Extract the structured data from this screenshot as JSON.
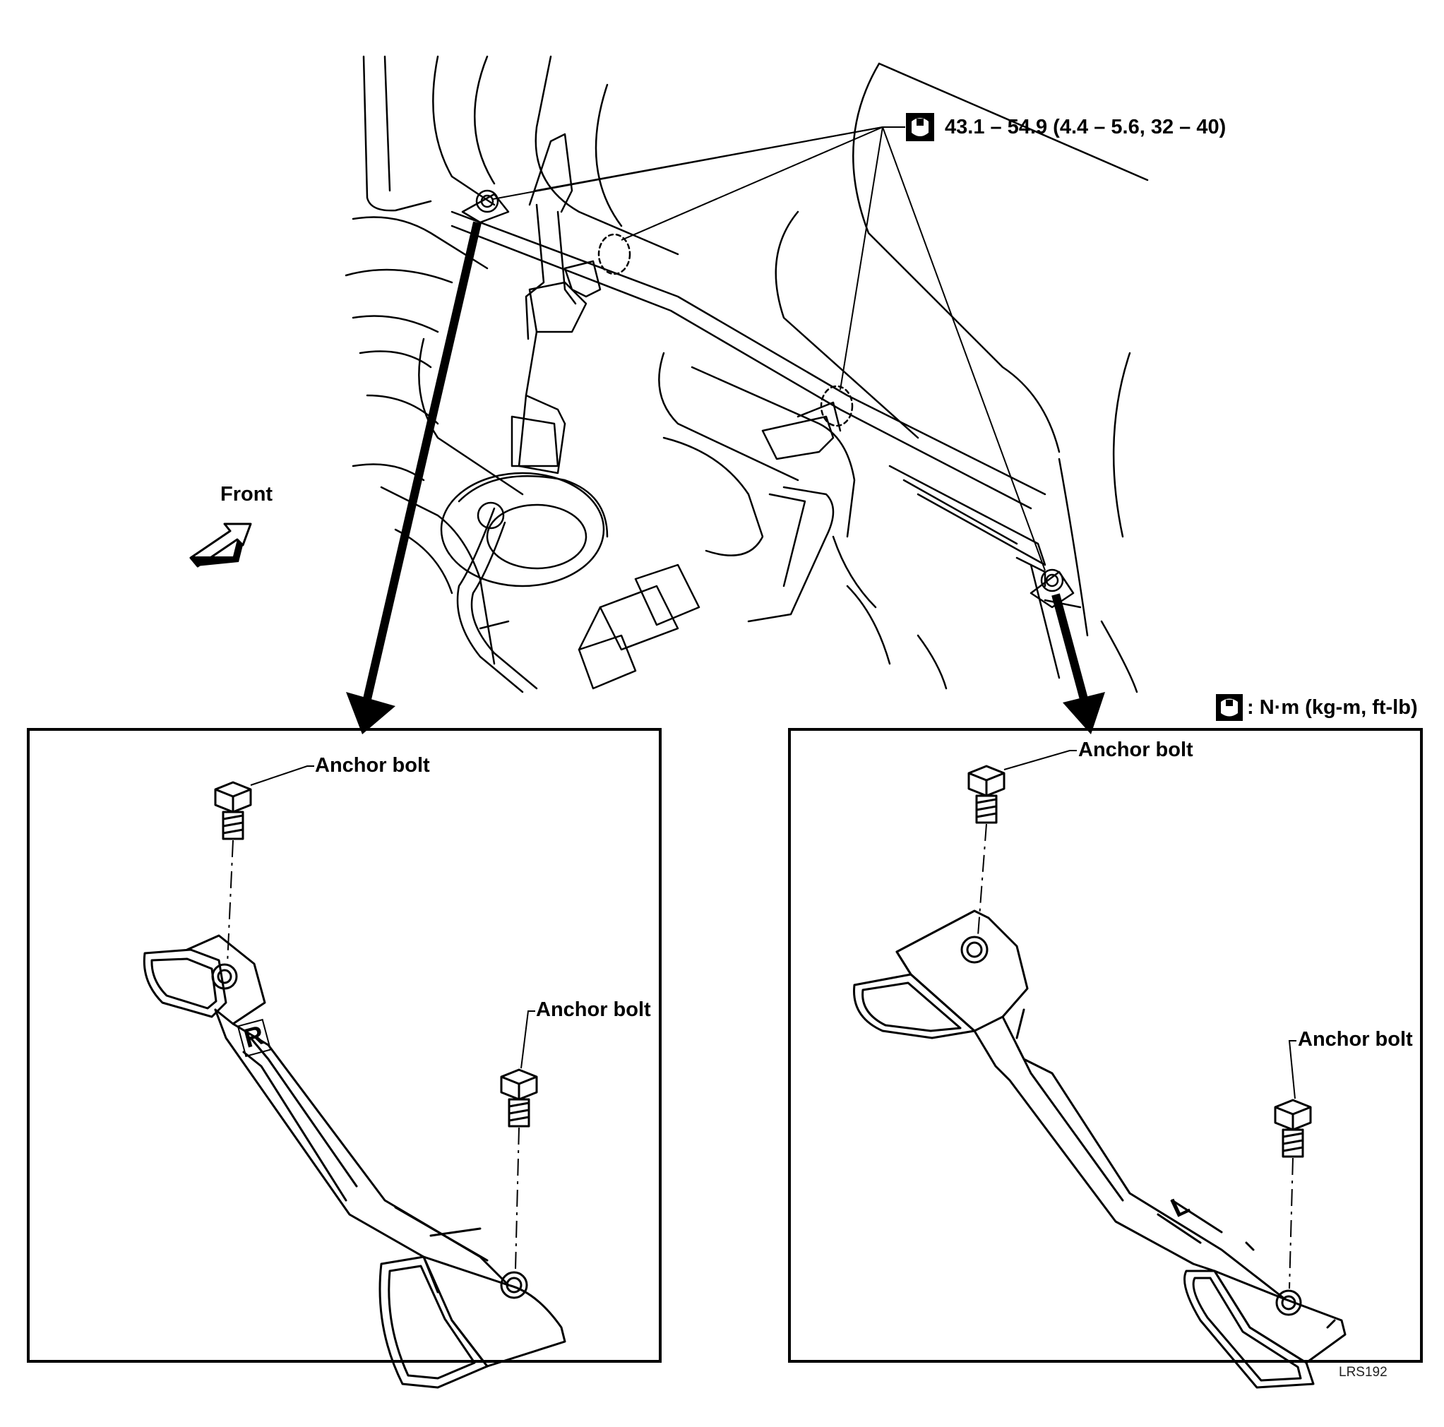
{
  "torque_spec": "43.1 – 54.9 (4.4 – 5.6, 32 – 40)",
  "unit_legend": ": N·m (kg-m, ft-lb)",
  "front_label": "Front",
  "left_inset": {
    "upper_bolt_label": "Anchor bolt",
    "lower_bolt_label": "Anchor bolt",
    "side_mark": "R"
  },
  "right_inset": {
    "upper_bolt_label": "Anchor bolt",
    "lower_bolt_label": "Anchor bolt",
    "side_mark": "L"
  },
  "figure_code": "LRS192",
  "icons": {
    "torque": "torque-wrench-icon",
    "direction": "front-arrow-icon"
  },
  "colors": {
    "line": "#000000",
    "background": "#ffffff"
  }
}
